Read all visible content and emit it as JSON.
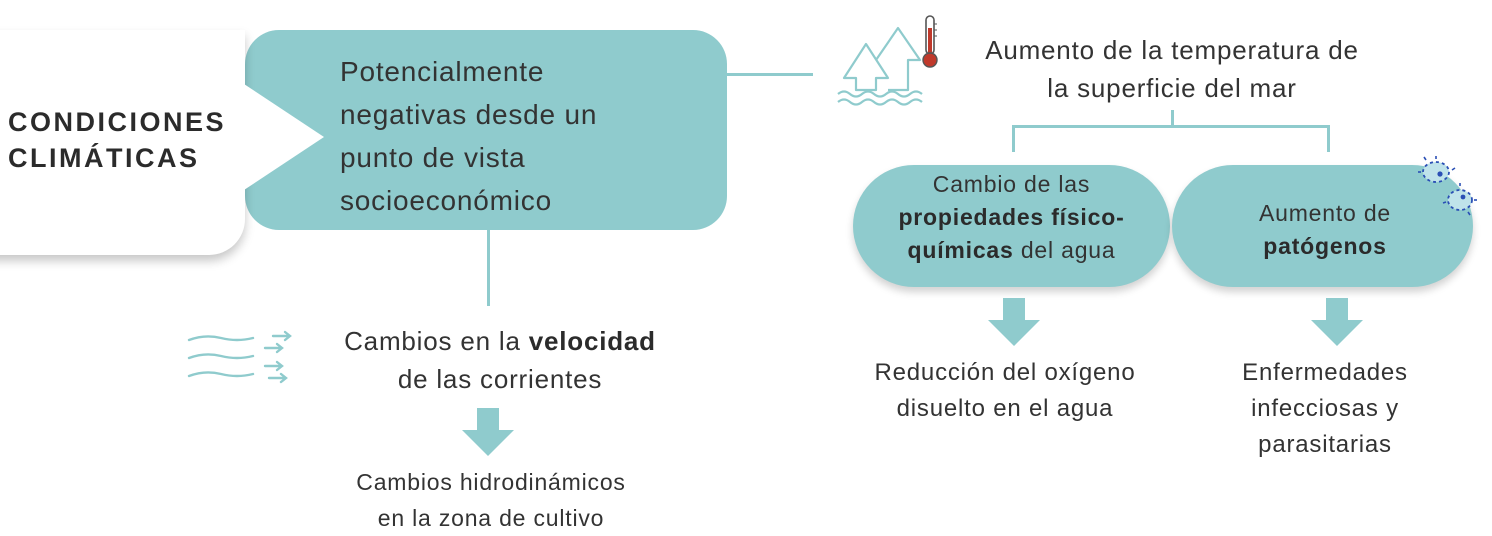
{
  "conditions": {
    "line1": "CONDICIONES",
    "line2": "CLIMÁTICAS"
  },
  "main_box": {
    "lines": [
      "Potencialmente",
      "negativas desde un",
      "punto de vista",
      "socioeconómico"
    ]
  },
  "sea_temp": {
    "line1": "Aumento de la temperatura de",
    "line2": "la superficie del mar"
  },
  "currents": {
    "prefix": "Cambios en la ",
    "bold": "velocidad",
    "line2": "de las corrientes",
    "result_line1": "Cambios hidrodinámicos",
    "result_line2": "en la zona de cultivo"
  },
  "water_props": {
    "line1": "Cambio de las",
    "bold_line2": "propiedades físico-",
    "bold_line3": "químicas",
    "line3_rest": " del agua",
    "result_line1": "Reducción del oxígeno",
    "result_line2": "disuelto en el agua"
  },
  "pathogens": {
    "line1": "Aumento de",
    "bold_line2": "patógenos",
    "result_line1": "Enfermedades",
    "result_line2": "infecciosas y",
    "result_line3": "parasitarias"
  },
  "colors": {
    "teal": "#8fcbcd",
    "dark_text": "#333333",
    "pathogen_blue": "#2a4fb5",
    "thermo_red": "#c0392b"
  },
  "icons": [
    "wind-icon",
    "warming-sea-icon",
    "thermometer-icon",
    "pathogen-icon",
    "down-arrow-icon"
  ]
}
